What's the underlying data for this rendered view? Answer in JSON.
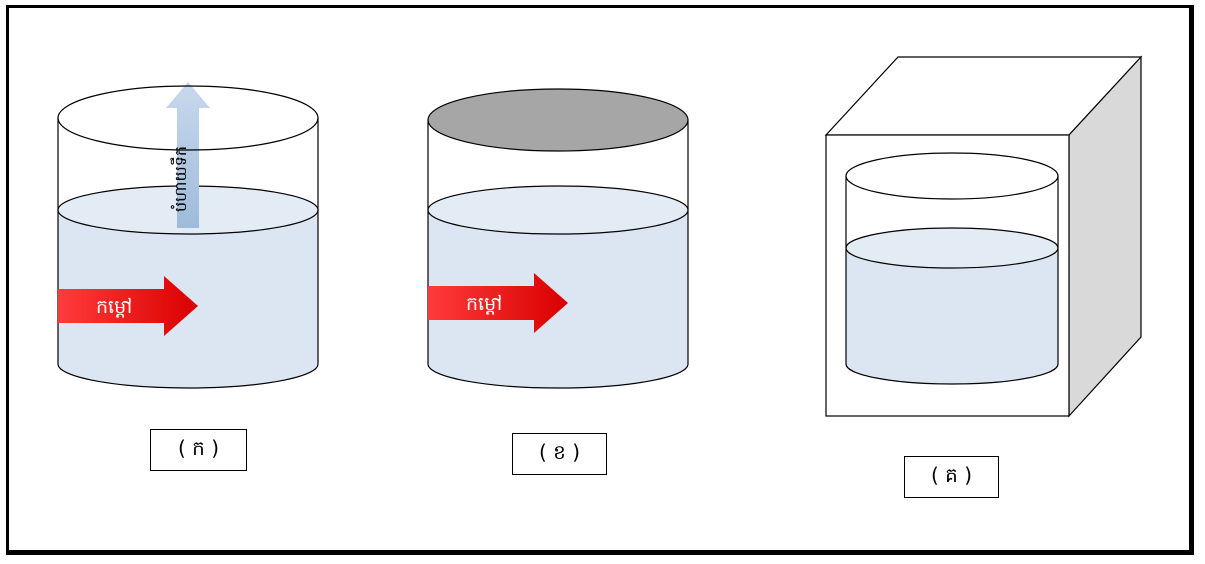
{
  "labels": {
    "a": "( ក )",
    "b": "( ខ )",
    "c": "( គ )"
  },
  "arrows": {
    "heat_a": "កម្ដៅ",
    "heat_b": "កម្ដៅ",
    "evaporation": "បំហាយទឹក"
  },
  "colors": {
    "water": "#dce6f2",
    "lid_gray": "#a6a6a6",
    "box_side": "#d9d9d9",
    "heat_arrow": "#e60000",
    "vapor_arrow": "#b4cbe4"
  }
}
